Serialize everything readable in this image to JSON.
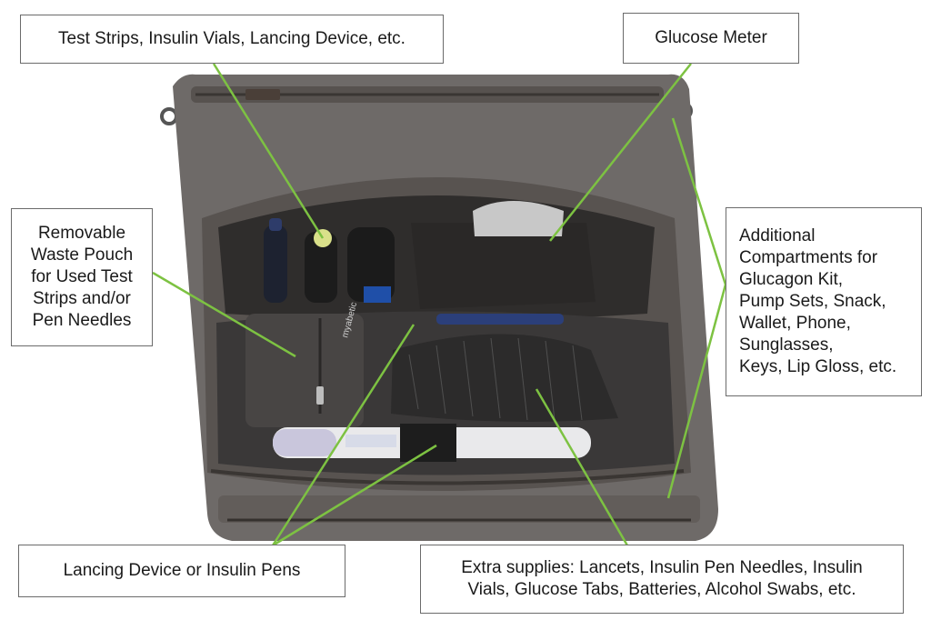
{
  "callouts": {
    "test_strips": "Test Strips, Insulin Vials, Lancing Device, etc.",
    "glucose_meter": "Glucose Meter",
    "waste_pouch": "Removable\nWaste Pouch\nfor Used Test\nStrips and/or\nPen Needles",
    "additional": "Additional\nCompartments for\nGlucagon Kit,\nPump Sets, Snack,\nWallet, Phone,\nSunglasses,\nKeys, Lip Gloss, etc.",
    "lancing_device": "Lancing Device or Insulin Pens",
    "extra_supplies": "Extra supplies: Lancets, Insulin Pen Needles, Insulin\nVials, Glucose Tabs, Batteries, Alcohol Swabs, etc."
  },
  "pouch_brand": "myabetic",
  "colors": {
    "leader_line": "#7dc242",
    "bag": "#6e6a68",
    "lining": "#3a3838",
    "box_border": "#6b6b6b"
  }
}
